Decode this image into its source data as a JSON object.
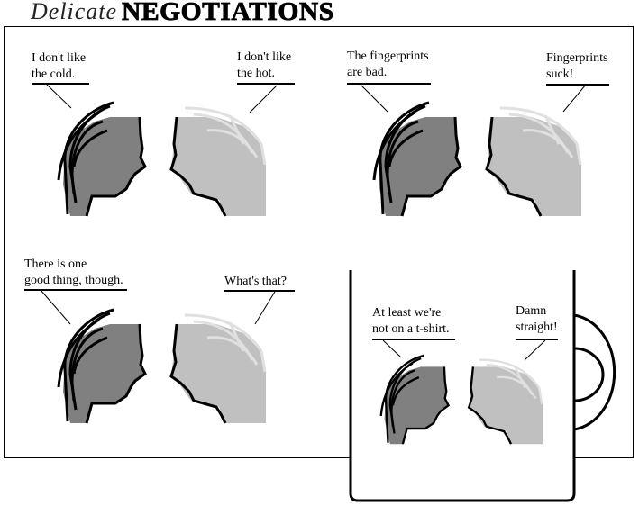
{
  "title": {
    "script": "Delicate",
    "main": "NEGOTIATIONS"
  },
  "colors": {
    "dark_head": "#808080",
    "light_head": "#c0c0c0",
    "light_hair": "#e0e0e0"
  },
  "panels": [
    {
      "left": {
        "line1": "I don't like",
        "line2": "the cold."
      },
      "right": {
        "line1": "I don't like",
        "line2": "the hot."
      }
    },
    {
      "left": {
        "line1": "The fingerprints",
        "line2": "are bad."
      },
      "right": {
        "line1": "Fingerprints",
        "line2": "suck!"
      }
    },
    {
      "left": {
        "line1": "There is one",
        "line2": "good thing, though."
      },
      "right": {
        "line1": "What's that?",
        "line2": ""
      }
    },
    {
      "left": {
        "line1": "At least we're",
        "line2": "not on a t-shirt."
      },
      "right": {
        "line1": "Damn",
        "line2": "straight!"
      }
    }
  ]
}
